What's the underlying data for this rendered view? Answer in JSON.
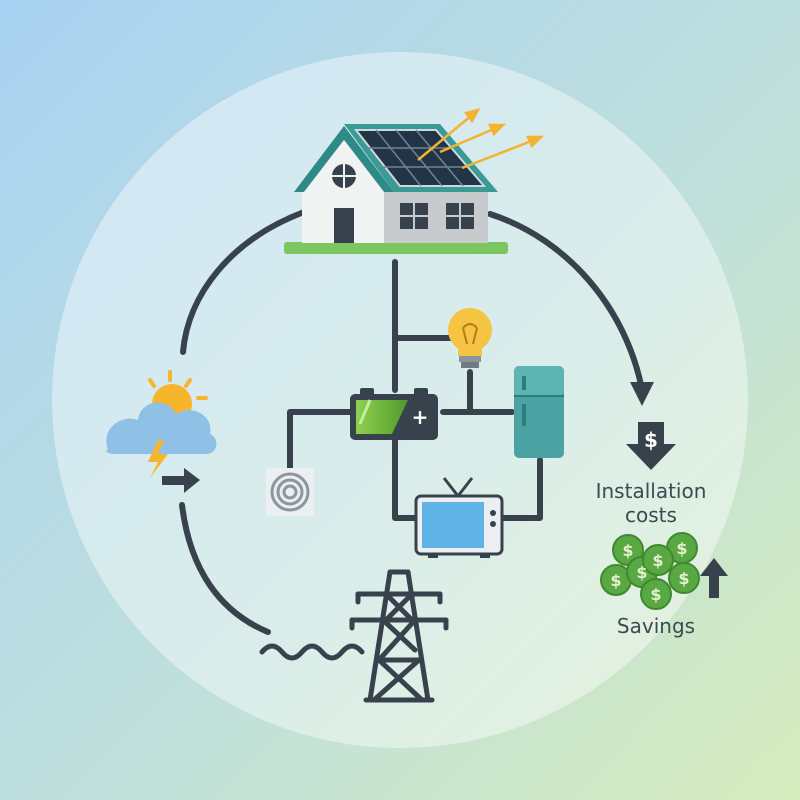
{
  "labels": {
    "installation_line1": "Installation",
    "installation_line2": "costs",
    "savings": "Savings"
  },
  "icons": [
    "house-icon",
    "solar-panel-icon",
    "sun-cloud-storm-icon",
    "battery-icon",
    "light-bulb-icon",
    "refrigerator-icon",
    "television-icon",
    "fan-icon",
    "power-pylon-icon",
    "dollar-down-icon",
    "coins-icon",
    "arrow-up-icon"
  ],
  "colors": {
    "line": "#37424c",
    "roof": "#2e8a86",
    "panel": "#2c3d4d",
    "battery_fill": "#7ac143",
    "money": "#5aa843",
    "fridge": "#4aa3a2",
    "sun": "#f6b52c"
  }
}
